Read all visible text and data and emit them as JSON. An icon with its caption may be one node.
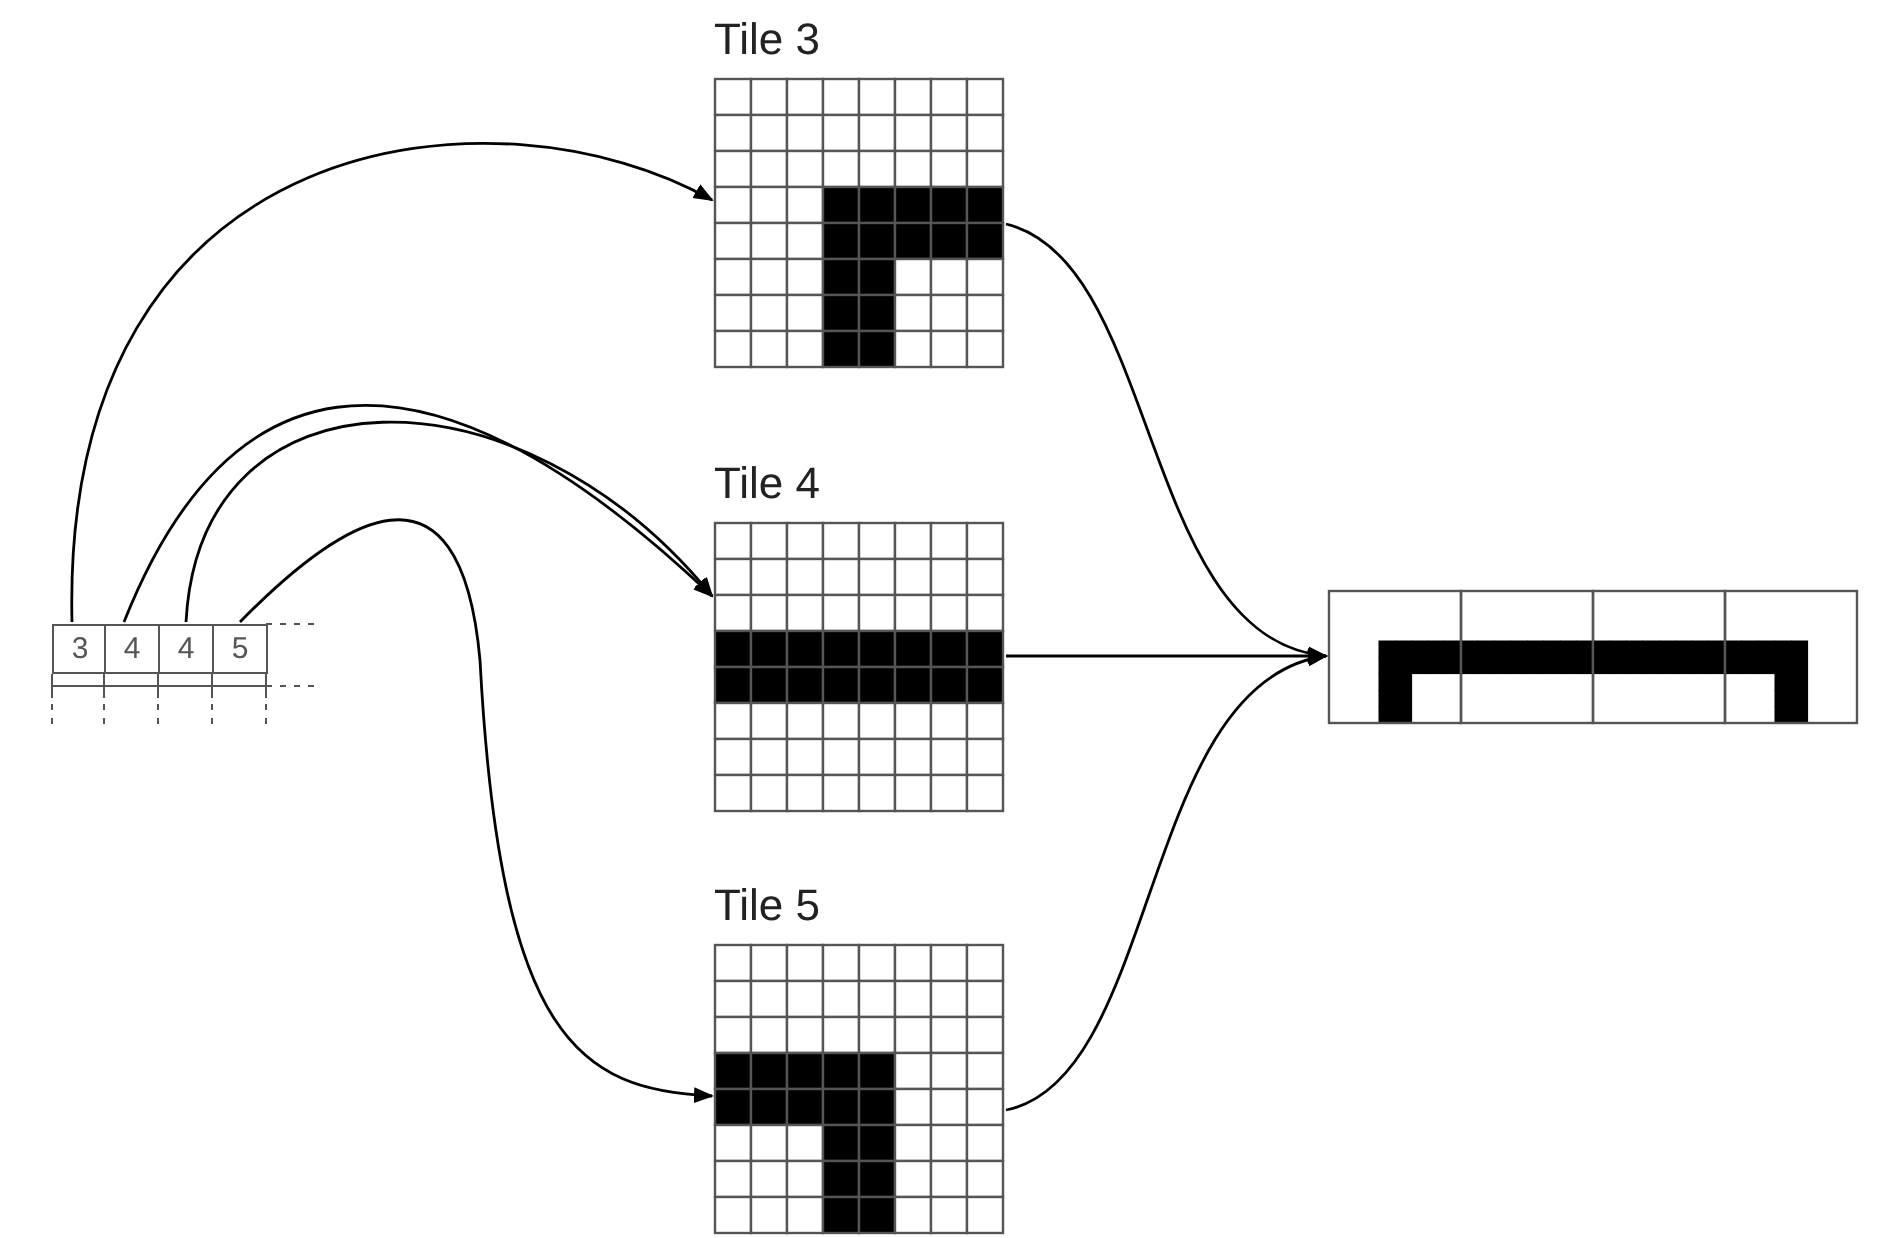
{
  "diagram": {
    "nodes": [
      {
        "text": [
          "3"
        ]
      },
      {
        "text": [
          "4"
        ]
      },
      {
        "text": [
          "4"
        ]
      },
      {
        "text": [
          "5"
        ]
      },
      {
        "text": [
          "Tile 3"
        ]
      },
      {
        "text": [
          "Tile 4"
        ]
      },
      {
        "text": [
          "Tile 5"
        ]
      },
      {
        "text": [],
        "shape": "picture"
      }
    ],
    "edges": [
      {
        "from": 0,
        "to": 4,
        "arrow": "to"
      },
      {
        "from": 1,
        "to": 5,
        "arrow": "to"
      },
      {
        "from": 2,
        "to": 5,
        "arrow": "to"
      },
      {
        "from": 3,
        "to": 6,
        "arrow": "to"
      },
      {
        "from": 4,
        "to": 7,
        "arrow": "to"
      },
      {
        "from": 5,
        "to": 7,
        "arrow": "to"
      },
      {
        "from": 6,
        "to": 7,
        "arrow": "to"
      }
    ]
  }
}
